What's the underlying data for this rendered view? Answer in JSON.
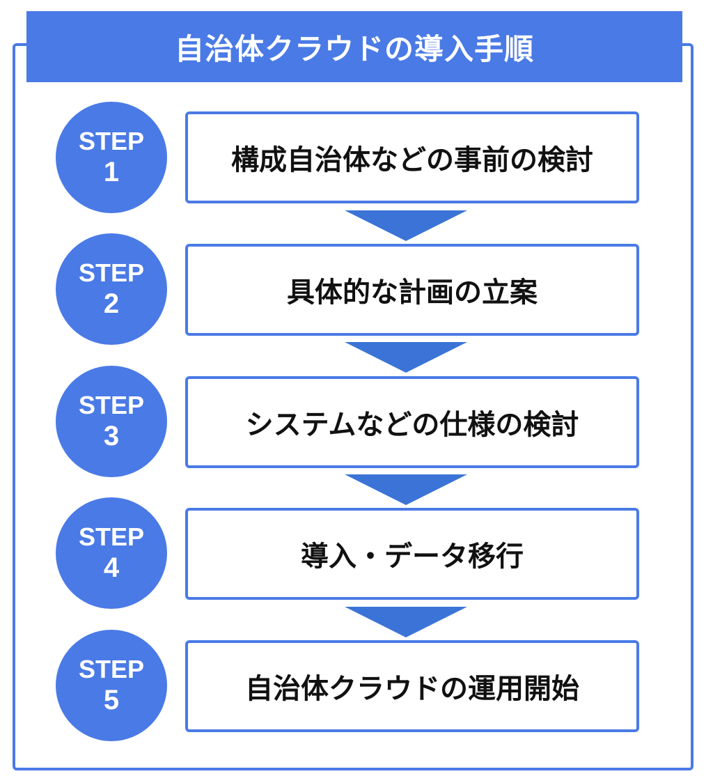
{
  "title": "自治体クラウドの導入手順",
  "accent_color": "#4a7ae6",
  "steps": [
    {
      "label": "STEP",
      "number": "1",
      "text": "構成自治体などの事前の検討"
    },
    {
      "label": "STEP",
      "number": "2",
      "text": "具体的な計画の立案"
    },
    {
      "label": "STEP",
      "number": "3",
      "text": "システムなどの仕様の検討"
    },
    {
      "label": "STEP",
      "number": "4",
      "text": "導入・データ移行"
    },
    {
      "label": "STEP",
      "number": "5",
      "text": "自治体クラウドの運用開始"
    }
  ]
}
